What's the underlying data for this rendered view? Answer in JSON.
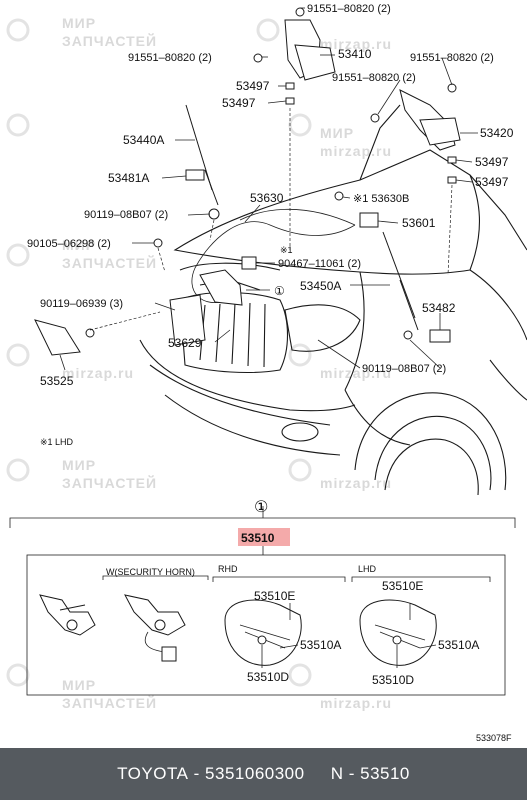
{
  "watermark": {
    "line1": "МИР",
    "line2": "ЗАПЧАСТЕЙ",
    "site": "mirzap.ru"
  },
  "labels": {
    "p91551_top": "91551–80820 (2)",
    "p91551_left": "91551–80820 (2)",
    "p53410": "53410",
    "p91551_right": "91551–80820 (2)",
    "p91551_mid": "91551–80820 (2)",
    "p53497_a": "53497",
    "p53497_b": "53497",
    "p53440A": "53440A",
    "p53420": "53420",
    "p53497_c": "53497",
    "p53497_d": "53497",
    "p53481A": "53481A",
    "p53630": "53630",
    "p53630B": "※1 53630B",
    "p90119_top": "90119–08B07 (2)",
    "p53601": "53601",
    "p90105": "90105–06298 (2)",
    "mark1_small": "※1",
    "p90467": "90467–11061 (2)",
    "p53450A": "53450A",
    "p90119_left": "90119–06939 (3)",
    "p53482": "53482",
    "p53629": "53629",
    "p90119_right": "90119–08B07 (2)",
    "p53525": "53525",
    "lhd_note": "※1 LHD",
    "circle_ref": "①",
    "p53510": "53510",
    "security_horn": "W(SECURITY HORN)",
    "rhd": "RHD",
    "lhd": "LHD",
    "p53510E_r": "53510E",
    "p53510A_r": "53510A",
    "p53510D_r": "53510D",
    "p53510E_l": "53510E",
    "p53510A_l": "53510A",
    "p53510D_l": "53510D",
    "drawing_code": "533078F"
  },
  "footer": {
    "brand": "TOYOTA",
    "separator1": " - ",
    "part_number": "5351060300",
    "spacer": "     ",
    "name_prefix": "N - ",
    "name": "53510"
  },
  "colors": {
    "highlight": "#f4aaaa",
    "footer_bg": "#555a5f",
    "watermark": "#d9d9d9"
  }
}
